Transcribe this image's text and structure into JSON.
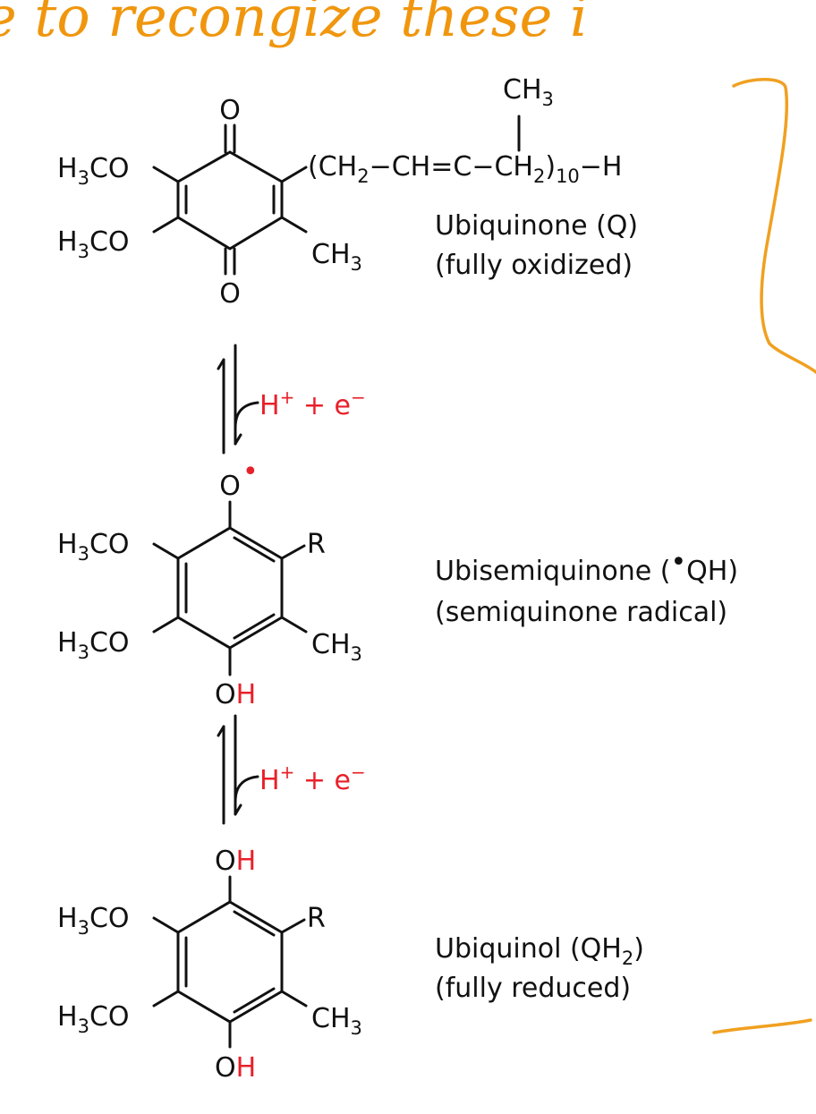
{
  "handwritten_note": "e to recongize these i",
  "arrow_label": {
    "h": "H",
    "plus_sup": "+",
    "plus": " + e",
    "minus_sup": "−"
  },
  "atoms": {
    "O": "O",
    "H3CO_H": "H",
    "H3CO_3": "3",
    "H3CO_CO": "CO",
    "CH3_CH": "CH",
    "CH3_3": "3",
    "R": "R",
    "H": "H",
    "radical_dot": "•"
  },
  "side_chain": {
    "open": "(CH",
    "sub2a": "2",
    "mid": "−CH=C−CH",
    "sub2b": "2",
    "close": ")",
    "repeat": "10",
    "end": "−H",
    "methyl_ch": "CH",
    "methyl_3": "3"
  },
  "species": {
    "ubiquinone": {
      "name": "Ubiquinone (Q)",
      "state": "(fully oxidized)"
    },
    "ubisemiquinone": {
      "name_pre": "Ubisemiquinone (",
      "dot": "•",
      "name_post": "QH)",
      "state": "(semiquinone radical)"
    },
    "ubiquinol": {
      "name_pre": "Ubiquinol (QH",
      "sub": "2",
      "name_post": ")",
      "state": "(fully reduced)"
    }
  },
  "colors": {
    "ink": "#111111",
    "red": "#e8202a",
    "handwriting": "#f0960e"
  }
}
